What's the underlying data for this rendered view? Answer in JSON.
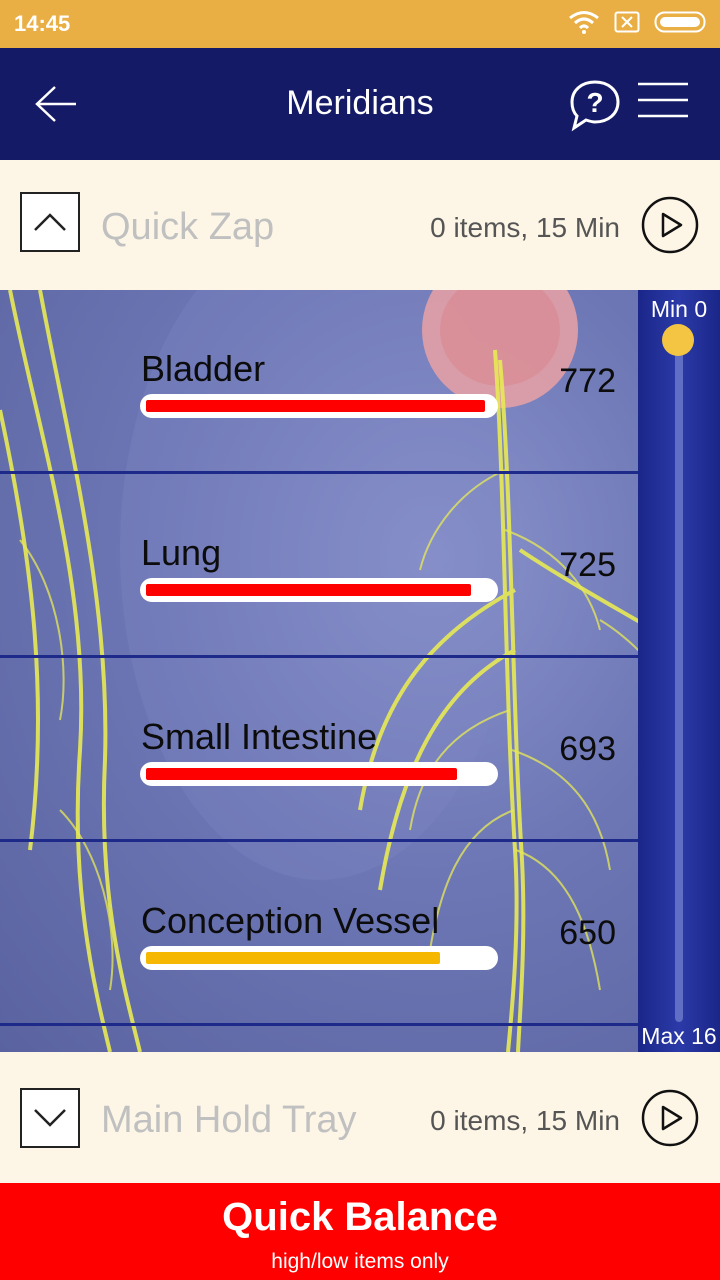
{
  "status_bar": {
    "time": "14:45"
  },
  "app_bar": {
    "title": "Meridians"
  },
  "trays": {
    "quick_zap": {
      "name": "Quick Zap",
      "info": "0 items, 15 Min"
    },
    "main_hold": {
      "name": "Main Hold Tray",
      "info": "0 items, 15 Min"
    }
  },
  "meridians": [
    {
      "label": "Bladder",
      "value": "772",
      "level": 0.98,
      "color": "#ff0000"
    },
    {
      "label": "Lung",
      "value": "725",
      "level": 0.94,
      "color": "#ff0000"
    },
    {
      "label": "Small Intestine",
      "value": "693",
      "level": 0.9,
      "color": "#ff0000"
    },
    {
      "label": "Conception Vessel",
      "value": "650",
      "level": 0.85,
      "color": "#f5b700"
    }
  ],
  "range": {
    "min_label": "Min 0",
    "max_label": "Max 16",
    "position": 0
  },
  "quick_balance": {
    "title": "Quick Balance",
    "subtitle": "high/low items only"
  },
  "colors": {
    "status_bar": "#e9ae44",
    "app_bar": "#141a66",
    "cream": "#fdf6e6",
    "accent_red": "#ff0000",
    "range_thumb": "#f4c542"
  }
}
